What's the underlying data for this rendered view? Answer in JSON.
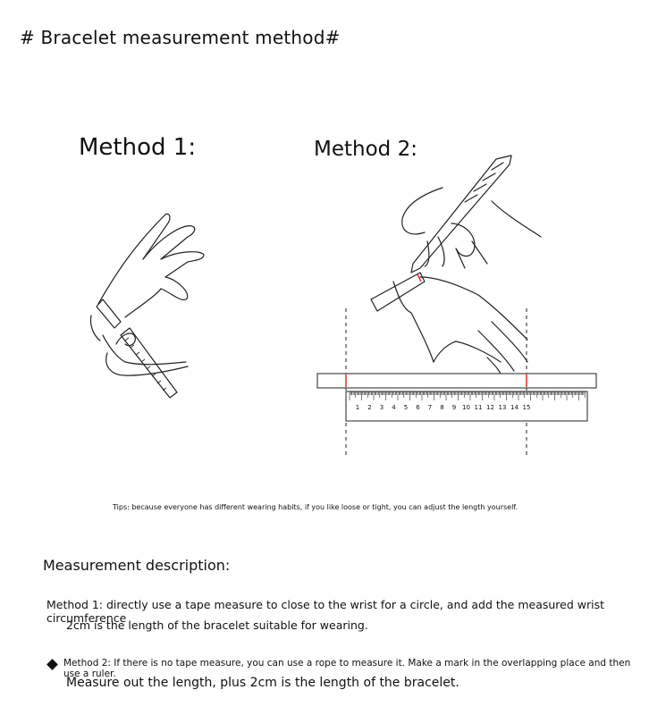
{
  "page_title": "# Bracelet measurement method#",
  "method1": {
    "title": "Method 1:"
  },
  "method2": {
    "title": "Method 2:",
    "ruler_ticks": [
      "1",
      "2",
      "3",
      "4",
      "5",
      "6",
      "7",
      "8",
      "9",
      "10",
      "11",
      "12",
      "13",
      "14",
      "15"
    ]
  },
  "tips": "Tips: because everyone has different wearing habits, if you like loose or tight, you can adjust the length yourself.",
  "description": {
    "heading": "Measurement description:",
    "method1_line1": "Method 1: directly use a tape measure to close to the wrist for a circle, and add the measured wrist circumference",
    "method1_line2": "2cm is the length of the bracelet suitable for wearing.",
    "method2_line1": "Method 2: If there is no tape measure, you can use a rope to measure it. Make a mark in the overlapping place and then use a ruler.",
    "method2_line2": "Measure out the length, plus 2cm is the length of the bracelet."
  },
  "colors": {
    "mark_red": "#e0302a",
    "ink": "#222222"
  },
  "icons": [
    "hand-tape-illustration",
    "hand-pen-ruler-illustration",
    "bullet-diamond-icon"
  ]
}
